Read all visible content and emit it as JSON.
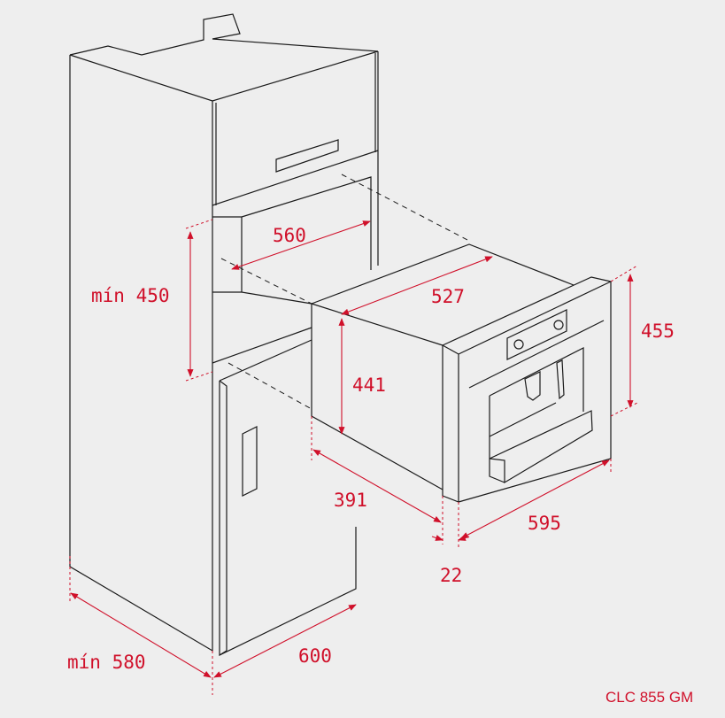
{
  "colors": {
    "accent": "#d0102a",
    "line": "#1a1a1a",
    "background": "#eeeeee"
  },
  "dimensions": {
    "niche_width": "560",
    "niche_height": "mín 450",
    "appliance_depth_top": "527",
    "appliance_body_height": "441",
    "front_height": "455",
    "body_depth": "391",
    "front_width": "595",
    "front_thickness": "22",
    "cabinet_depth": "mín 580",
    "cabinet_width": "600"
  },
  "model": "CLC 855 GM"
}
